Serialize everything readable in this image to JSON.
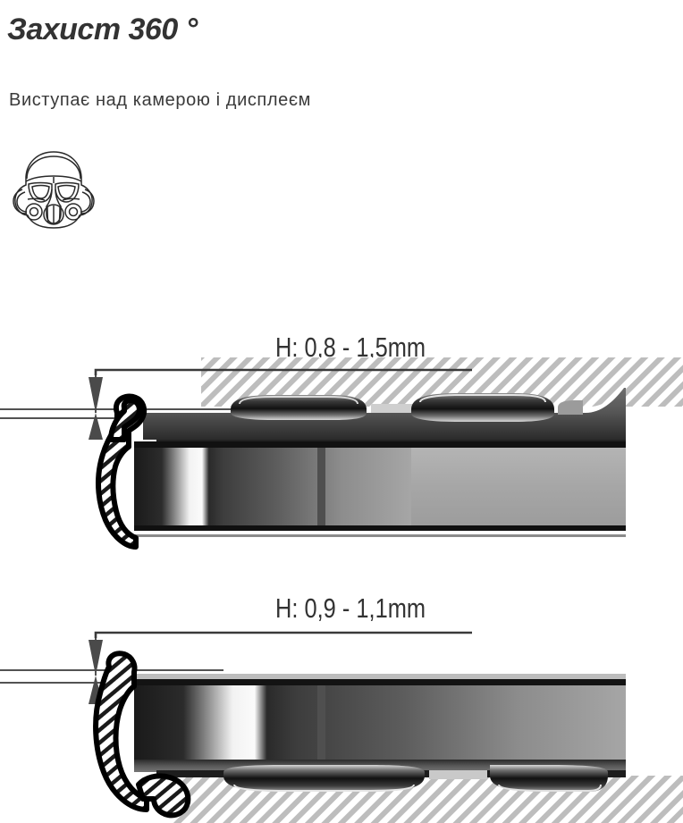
{
  "header": {
    "title": "Захист 360 °",
    "subtitle": "Виступає над камерою і дисплеєм"
  },
  "brand": {
    "icon_name": "stormtrooper-helmet-icon"
  },
  "diagrams": [
    {
      "id": "top",
      "dimension_label": "H: 0,8 - 1,5mm",
      "caption_target": "camera",
      "description": "Cross-section of phone case lip raised above camera module"
    },
    {
      "id": "bottom",
      "dimension_label": "H: 0,9 - 1,1mm",
      "caption_target": "display",
      "description": "Cross-section of phone case lip raised above display"
    }
  ],
  "colors": {
    "text": "#333333",
    "line": "#3a3a3a",
    "hatch": "#b9b9b9",
    "body_gray": "#a8a8a8",
    "body_dark": "#1d1d1d",
    "white": "#ffffff"
  }
}
